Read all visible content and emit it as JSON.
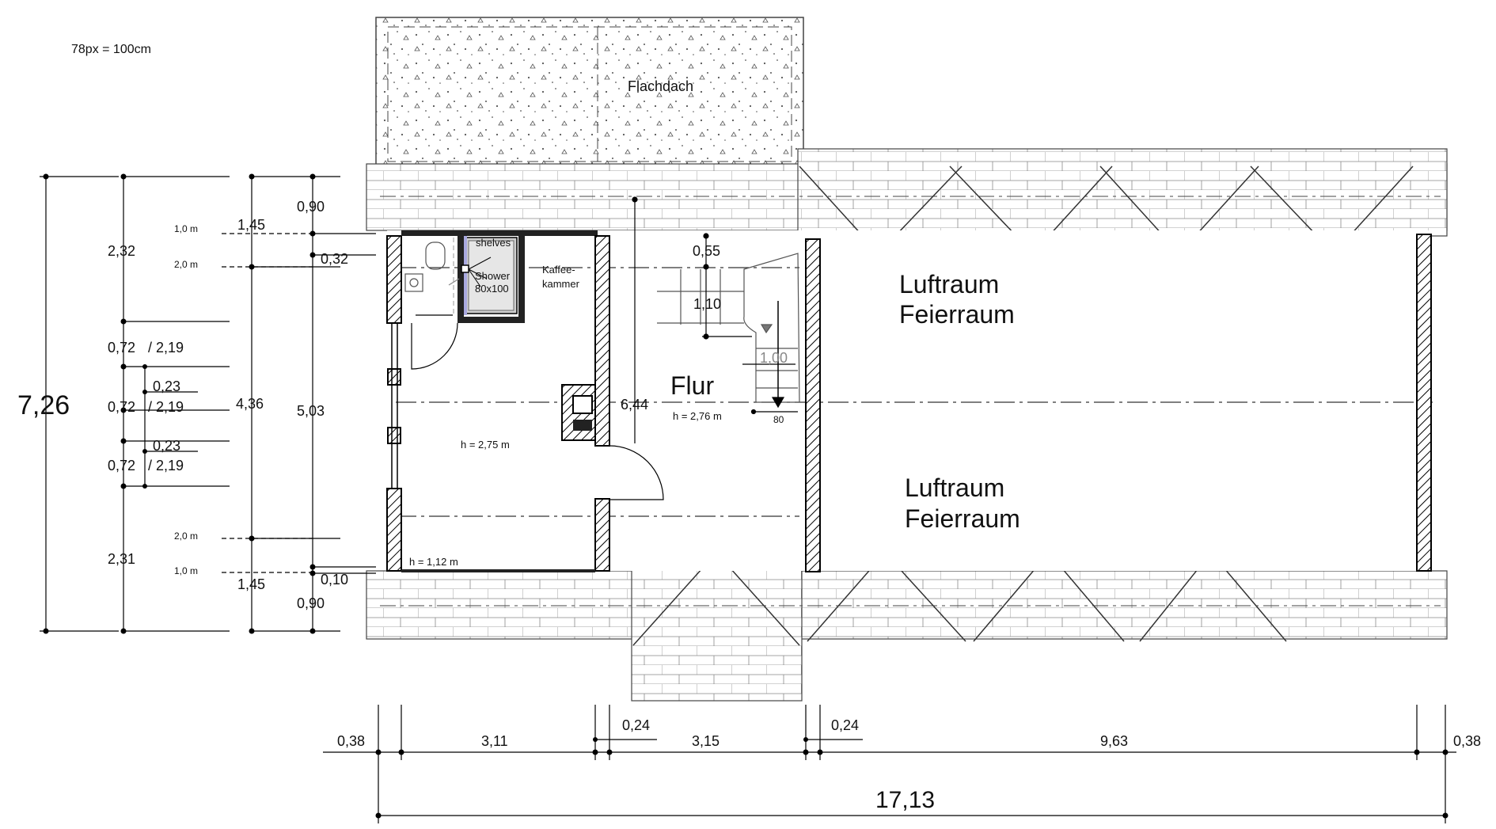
{
  "scale_note": "78px = 100cm",
  "rooms": {
    "flachdach": "Flachdach",
    "luftraum_top": "Luftraum",
    "feierraum_top": "Feierraum",
    "luftraum_bottom": "Luftraum",
    "feierraum_bottom": "Feierraum",
    "flur": "Flur",
    "flur_height": "h = 2,76 m",
    "room_height": "h = 2,75 m",
    "low_height": "h = 1,12 m",
    "shelves": "shelves",
    "shower": "Shower",
    "shower_size": "80x100",
    "kaffee_1": "Kaffee-",
    "kaffee_2": "kammer"
  },
  "stair": {
    "d_055": "0,55",
    "d_110": "1,10",
    "d_100": "1,00",
    "d_80": "80",
    "d_644": "6,44"
  },
  "left_dims": {
    "total": "7,26",
    "c1": [
      "2,32",
      "0,72",
      "0,72",
      "0,72",
      "2,31"
    ],
    "c2": [
      "/ 2,19",
      "0,23",
      "/ 2,19",
      "0,23",
      "/ 2,19"
    ],
    "c3": [
      "1,45",
      "4,36",
      "1,45"
    ],
    "c4": [
      "0,90",
      "0,32",
      "5,03",
      "0,10",
      "0,90"
    ],
    "levels": [
      "1,0 m",
      "2,0 m",
      "2,0 m",
      "1,0 m"
    ]
  },
  "bottom_dims": {
    "segments": [
      "0,38",
      "3,11",
      "0,24",
      "3,15",
      "0,24",
      "9,63",
      "0,38"
    ],
    "total": "17,13"
  }
}
